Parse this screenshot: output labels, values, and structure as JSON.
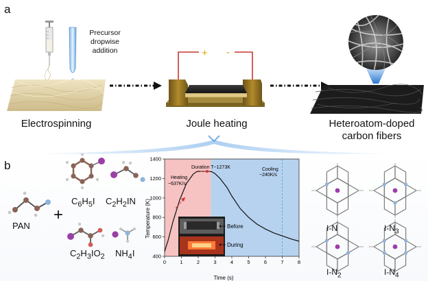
{
  "panel_a": {
    "letter": "a",
    "stages": [
      {
        "label": "Electrospinning"
      },
      {
        "label": "Joule heating"
      },
      {
        "label_line1": "Heteroatom-doped",
        "label_line2": "carbon fibers"
      }
    ],
    "precursor_line1": "Precursor",
    "precursor_line2": "dropwise",
    "precursor_line3": "addition",
    "plus_sign": "+",
    "minus_sign": "-"
  },
  "panel_b": {
    "letter": "b",
    "molecules": {
      "pan": "PAN",
      "plus": "+",
      "c6h5i": {
        "a": "C",
        "a_sub": "6",
        "b": "H",
        "b_sub": "5",
        "c": "I"
      },
      "c2h2in": {
        "a": "C",
        "a_sub": "2",
        "b": "H",
        "b_sub": "2",
        "c": "IN"
      },
      "c2h3io2": {
        "a": "C",
        "a_sub": "2",
        "b": "H",
        "b_sub": "3",
        "c": "IO",
        "c_sub": "2"
      },
      "nh4i": {
        "a": "NH",
        "a_sub": "4",
        "b": "I"
      }
    },
    "configs": [
      {
        "main": "I-N",
        "sub": ""
      },
      {
        "main": "I-N",
        "sub": "3"
      },
      {
        "main": "I-N",
        "sub": "2"
      },
      {
        "main": "I-N",
        "sub": "4"
      }
    ]
  },
  "colors": {
    "wire": "#c8372e",
    "plus": "#e0a000",
    "heating_region": "#f6c2c2",
    "cooling_region": "#b7d2ef",
    "curve": "#111111",
    "heating_arrow": "#d43030",
    "iodine": "#9b3fa7",
    "carbon": "#8a6357",
    "nitrogen": "#8fb4d8",
    "hydrogen": "#c9c9c9",
    "lattice": "#7d7d7d",
    "cooling_line": "#5fb3d9"
  },
  "chart_data": {
    "type": "line",
    "xlabel": "Time (s)",
    "ylabel": "Temperature (K)",
    "xlim": [
      0,
      8
    ],
    "ylim": [
      400,
      1400
    ],
    "xticks": [
      0,
      1,
      2,
      3,
      4,
      5,
      6,
      7,
      8
    ],
    "yticks": [
      400,
      600,
      800,
      1000,
      1200,
      1400
    ],
    "series": [
      {
        "x": [
          0,
          0.2,
          0.5,
          0.9,
          1.3,
          1.7,
          1.9,
          2.0,
          2.3,
          2.6,
          2.8,
          3.0,
          3.3,
          3.7,
          4.0,
          4.5,
          5.0,
          5.5,
          6.0,
          6.5,
          7.0,
          7.5,
          8.0
        ],
        "y": [
          450,
          560,
          760,
          980,
          1150,
          1245,
          1270,
          1273,
          1273,
          1273,
          1270,
          1250,
          1200,
          1110,
          1020,
          890,
          800,
          730,
          680,
          640,
          610,
          580,
          555
        ]
      }
    ],
    "regions": [
      {
        "name": "heating",
        "x": [
          0,
          2.75
        ]
      },
      {
        "name": "cooling",
        "x": [
          2.75,
          8
        ]
      }
    ],
    "annotations": {
      "heating": "Heating",
      "heating_rate": "~637K/s",
      "duration": "Duration T~1273K",
      "cooling": "Cooling",
      "cooling_rate": "~240K/s",
      "before": "Before",
      "during": "During"
    },
    "cooling_marker_x": 7.0
  }
}
